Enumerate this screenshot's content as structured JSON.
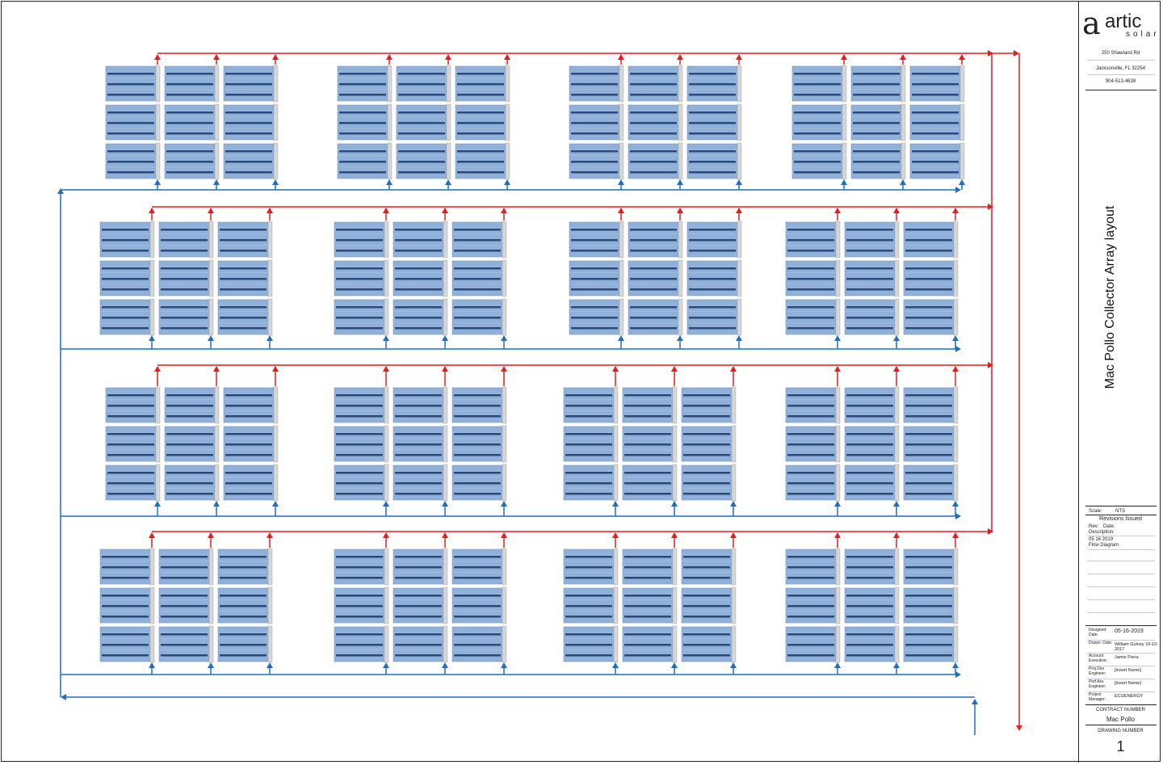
{
  "title": "Mac Pollo Collector Array layout",
  "company": {
    "logo_main": "artic",
    "logo_sub": "solar",
    "address": "250 Shawland Rd",
    "city": "Jacksonville, FL 32254",
    "phone": "904-513-4638"
  },
  "scale": {
    "label": "Scale:",
    "value": "NTS"
  },
  "revisions": {
    "heading": "Revisions Issued",
    "rev_label": "Rev:",
    "date_label": "Date:",
    "desc_label": "Description:",
    "entry_date": "05 16 2019",
    "entry_desc": "Flow Diagram"
  },
  "info": [
    {
      "label": "Designed: Date:",
      "value": "05-16-2019"
    },
    {
      "label": "Drawn: Date:",
      "value": "William Guiney 10-10-2017"
    },
    {
      "label": "Account Executive:",
      "value": "Jamie Parra"
    },
    {
      "label": "Proj Dev Engineer:",
      "value": "[Insert Name]"
    },
    {
      "label": "Perf Ass Engineer:",
      "value": "[Insert Name]"
    },
    {
      "label": "Project Manager:",
      "value": "ECOENERGY"
    }
  ],
  "contract": {
    "label": "CONTRACT NUMBER",
    "value": "Mac Pollo"
  },
  "drawing": {
    "label": "DRAWING NUMBER",
    "value": "1"
  },
  "colors": {
    "supply": "#e81c1c",
    "return": "#1f6fc0",
    "panel": "#8fb0d8",
    "panel_stripe": "#2b4a7a"
  },
  "layout": {
    "rows": 4,
    "groups_per_row": 4,
    "columns_per_group": 3,
    "panels_per_column": 3
  }
}
